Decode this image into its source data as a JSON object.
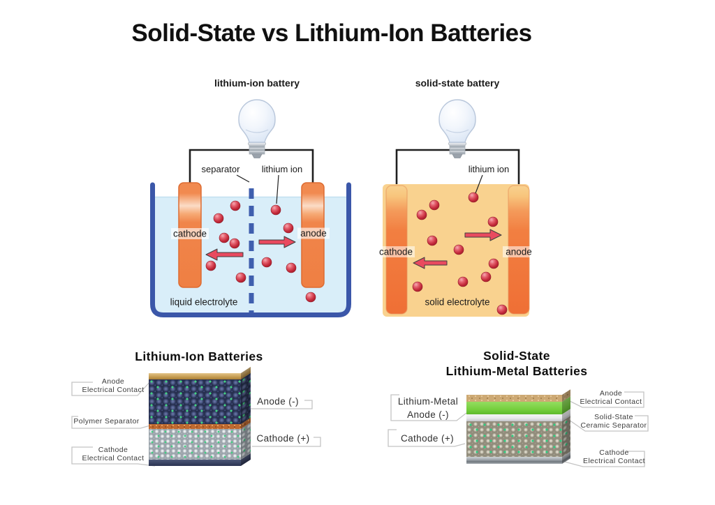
{
  "page": {
    "title": "Solid-State vs Lithium-Ion Batteries"
  },
  "cell_li": {
    "caption": "lithium-ion battery",
    "separator_label": "separator",
    "lithium_ion_label": "lithium ion",
    "cathode_label": "cathode",
    "anode_label": "anode",
    "electrolyte_label": "liquid electrolyte",
    "ion_count": 11
  },
  "cell_ss": {
    "caption": "solid-state battery",
    "lithium_ion_label": "lithium ion",
    "cathode_label": "cathode",
    "anode_label": "anode",
    "electrolyte_label": "solid electrolyte",
    "ion_count": 11
  },
  "bl": {
    "title": "Lithium-Ion Batteries",
    "anode_contact_line1": "Anode",
    "anode_contact_line2": "Electrical Contact",
    "polymer_separator": "Polymer Separator",
    "cathode_contact_line1": "Cathode",
    "cathode_contact_line2": "Electrical Contact",
    "anode_minus": "Anode (-)",
    "cathode_plus": "Cathode (+)"
  },
  "br": {
    "title_line1": "Solid-State",
    "title_line2": "Lithium-Metal Batteries",
    "li_metal_line1": "Lithium-Metal",
    "li_metal_line2": "Anode (-)",
    "cathode_plus": "Cathode (+)",
    "anode_contact_line1": "Anode",
    "anode_contact_line2": "Electrical Contact",
    "ceramic_line1": "Solid-State",
    "ceramic_line2": "Ceramic Separator",
    "cathode_contact_line1": "Cathode",
    "cathode_contact_line2": "Electrical Contact"
  },
  "colors": {
    "wire": "#1f1f1f",
    "beaker_border": "#3b57a9",
    "liquid_electrolyte_fill": "#d9eef9",
    "solid_electrolyte_fill": "#f9d28f",
    "electrode_orange": "#f0813f",
    "separator_dash_blue": "#3f5fae",
    "lithium_ion_red": "#c3293a",
    "arrow_red": "#e94a5f",
    "anode_layer_navy": "#3a4670",
    "cathode_layer_gray": "#c3cacf",
    "li_metal_green": "#76cf3e",
    "gold_contact": "#c79e56",
    "connector_gray": "#c4c4c4"
  }
}
